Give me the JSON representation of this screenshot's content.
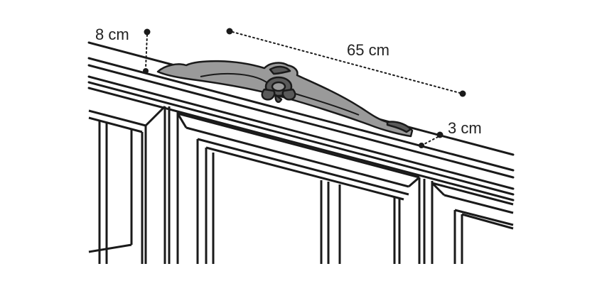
{
  "dimensions": {
    "height_label": "8 cm",
    "width_label": "65 cm",
    "depth_label": "3 cm"
  },
  "colors": {
    "line": "#1a1a1a",
    "ornament_fill": "#9a9a9a",
    "ornament_dark": "#5a5a5a",
    "dimension_dots": "#1a1a1a"
  }
}
